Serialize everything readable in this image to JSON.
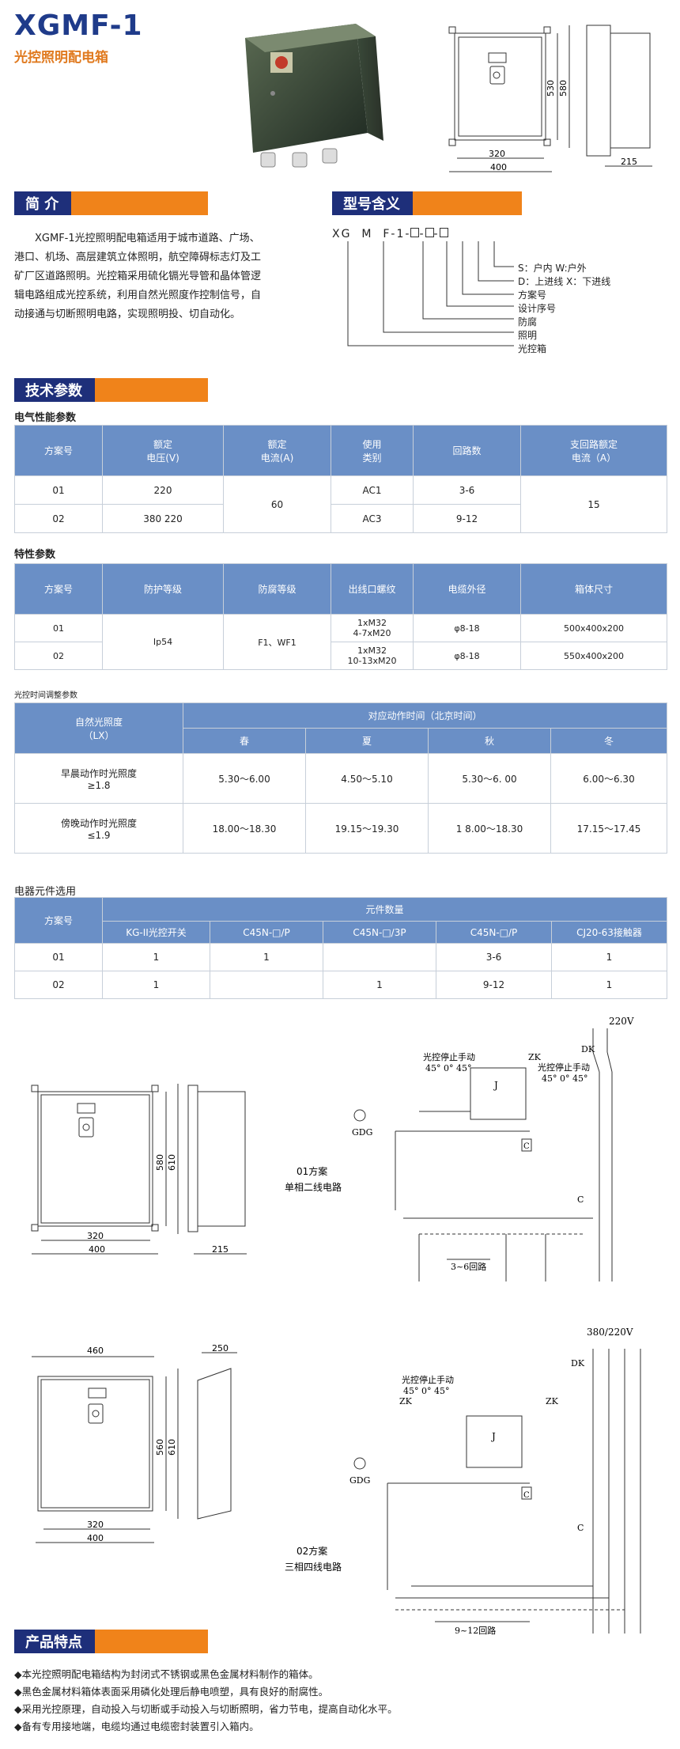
{
  "header": {
    "title": "XGMF-1",
    "subtitle": "光控照明配电箱"
  },
  "top_drawing": {
    "dim_320": "320",
    "dim_400": "400",
    "dim_530": "530",
    "dim_580": "580",
    "dim_215": "215"
  },
  "intro": {
    "heading": "简  介",
    "text": "XGMF-1光控照明配电箱适用于城市道路、广场、港口、机场、高层建筑立体照明，航空障碍标志灯及工矿厂区道路照明。光控箱采用硫化镉光导管和晶体管逻辑电路组成光控系统，利用自然光照度作控制信号，自动接通与切断照明电路，实现照明投、切自动化。"
  },
  "model": {
    "heading": "型号含义",
    "code_parts": [
      "XG",
      "M",
      "F-1-",
      "□",
      "-",
      "□",
      "-",
      "□"
    ],
    "lines": [
      "S：户内  W:户外",
      "D：上进线  X：下进线",
      "方案号",
      "设计序号",
      "防腐",
      "照明",
      "光控箱"
    ]
  },
  "tech": {
    "heading": "技术参数"
  },
  "electrical": {
    "label": "电气性能参数",
    "headers": [
      "方案号",
      "额定\n电压(V)",
      "额定\n电流(A)",
      "使用\n类别",
      "回路数",
      "支回路额定\n电流（A）"
    ],
    "rows": [
      [
        "01",
        "220",
        "60",
        "AC1",
        "3-6",
        "15"
      ],
      [
        "02",
        "380  220",
        "",
        "AC3",
        "9-12",
        ""
      ]
    ]
  },
  "characteristic": {
    "label": "特性参数",
    "headers": [
      "方案号",
      "防护等级",
      "防腐等级",
      "出线口螺纹",
      "电缆外径",
      "箱体尺寸"
    ],
    "rows": [
      [
        "01",
        "Ip54",
        "F1、WF1",
        "1xM32\n4-7xM20",
        "φ8-18",
        "500x400x200"
      ],
      [
        "02",
        "",
        "",
        "1xM32\n10-13xM20",
        "φ8-18",
        "550x400x200"
      ]
    ]
  },
  "timing": {
    "label": "光控时间调整参数",
    "header_left": "自然光照度\n（LX）",
    "header_top": "对应动作时间（北京时间）",
    "seasons": [
      "春",
      "夏",
      "秋",
      "冬"
    ],
    "rows": [
      {
        "label": "早晨动作时光照度\n≥1.8",
        "values": [
          "5.30～6.00",
          "4.50～5.10",
          "5.30～6.  00",
          "6.00～6.30"
        ]
      },
      {
        "label": "傍晚动作时光照度\n≤1.9",
        "values": [
          "18.00～18.30",
          "19.15～19.30",
          "1 8.00～18.30",
          "17.15～17.45"
        ]
      }
    ]
  },
  "components": {
    "label": "电器元件选用",
    "header_left": "方案号",
    "header_top": "元件数量",
    "cols": [
      "KG-II光控开关",
      "C45N-□/P",
      "C45N-□/3P",
      "C45N-□/P",
      "CJ20-63接触器"
    ],
    "rows": [
      [
        "01",
        "1",
        "1",
        "",
        "3-6",
        "1"
      ],
      [
        "02",
        "1",
        "",
        "1",
        "9-12",
        "1"
      ]
    ]
  },
  "diagram1": {
    "scheme": "01方案",
    "circuit": "单相二线电路",
    "dims": {
      "w1": "320",
      "w2": "400",
      "h1": "580",
      "h2": "610",
      "d": "215"
    },
    "voltage": "220V",
    "dk": "DK",
    "zk": "ZK",
    "light_stop_manual_1": "光控停止手动",
    "angles_1": "45° 0° 45°",
    "light_stop_manual_2": "光控停止手动",
    "angles_2": "45° 0° 45°",
    "gdg": "GDG",
    "j": "J",
    "c": "C",
    "loops": "3~6回路"
  },
  "diagram2": {
    "scheme": "02方案",
    "circuit": "三相四线电路",
    "dims": {
      "w1": "320",
      "w2": "400",
      "wt": "460",
      "h1": "560",
      "h2": "610",
      "d": "250"
    },
    "voltage": "380/220V",
    "dk": "DK",
    "zk": "ZK",
    "light_stop_manual": "光控停止手动",
    "angles": "45° 0°  45°",
    "gdg": "GDG",
    "j": "J",
    "c": "C",
    "loops": "9~12回路"
  },
  "features": {
    "heading": "产品特点",
    "items": [
      "本光控照明配电箱结构为封闭式不锈钢或黑色金属材料制作的箱体。",
      "黑色金属材料箱体表面采用磷化处理后静电喷塑，具有良好的耐腐性。",
      "采用光控原理，自动投入与切断或手动投入与切断照明，省力节电，提高自动化水平。",
      "备有专用接地端，电缆均通过电缆密封装置引入箱内。"
    ]
  },
  "colors": {
    "navy": "#1e2f7a",
    "orange": "#f0831a",
    "table_header": "#6a8fc6",
    "title": "#1f3b8a"
  }
}
